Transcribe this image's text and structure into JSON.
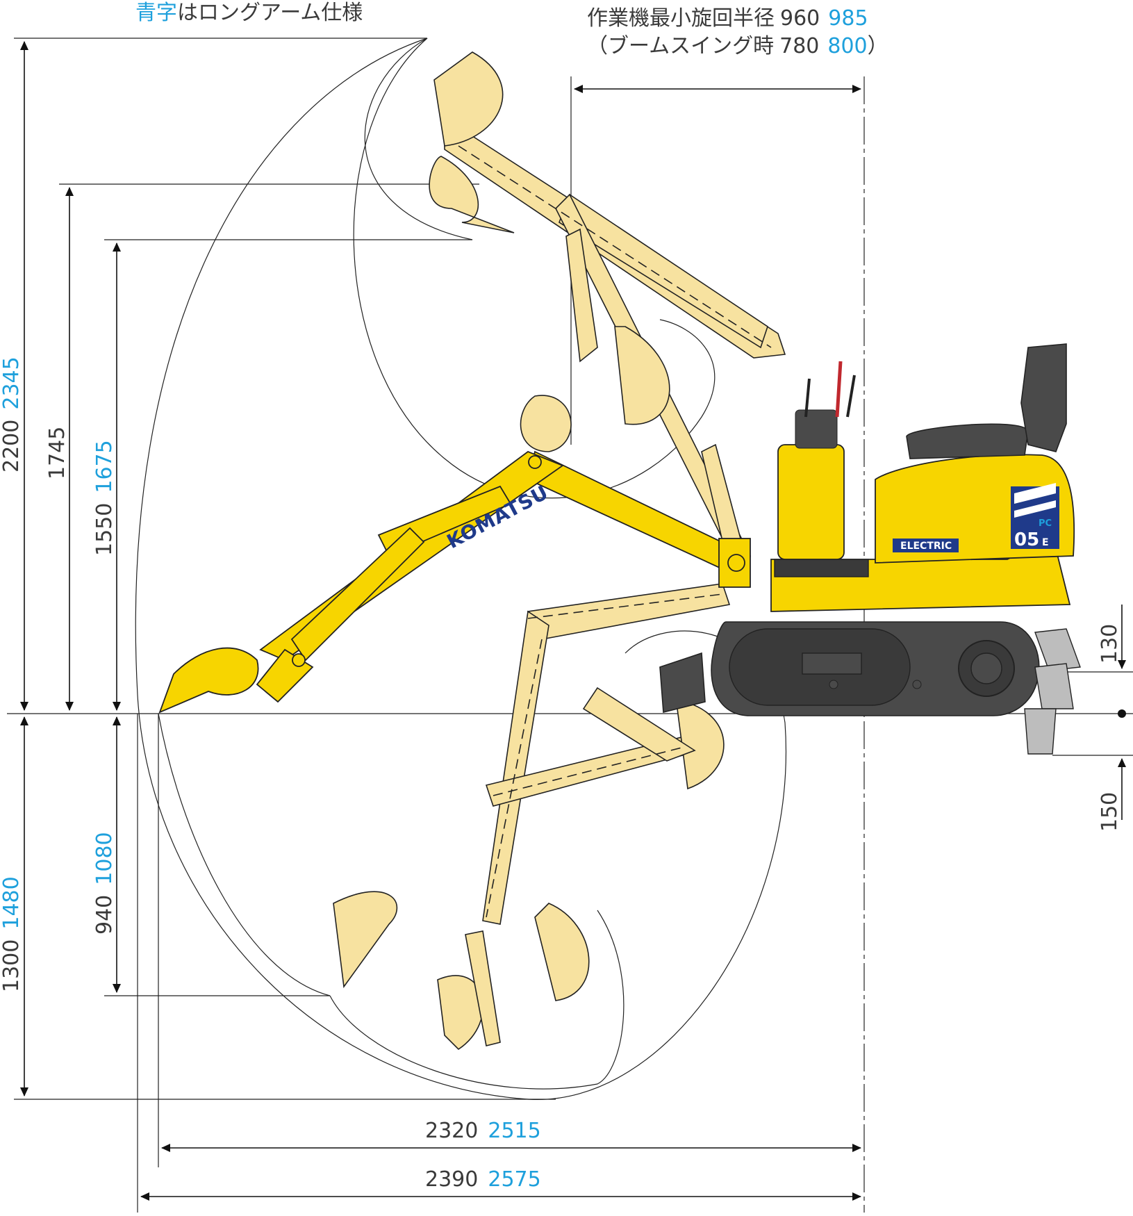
{
  "header": {
    "note_blue": "青字",
    "note_rest": "はロングアーム仕様",
    "radius_title": "作業機最小旋回半径",
    "radius_std": "960",
    "radius_long": "985",
    "swing_open": "（ブームスイング時",
    "swing_std": "780",
    "swing_long": "800",
    "swing_close": "）"
  },
  "machine": {
    "brand": "KOMATSU",
    "badge": "ELECTRIC",
    "model_pc": "PC",
    "model_num": "05",
    "model_suffix": "E"
  },
  "dimensions": {
    "max_dig_height_std": "2200",
    "max_dig_height_long": "2345",
    "max_dump_height": "1745",
    "dump_height_std": "1550",
    "dump_height_long": "1675",
    "max_dig_depth_std": "1300",
    "max_dig_depth_long": "1480",
    "vertical_wall_std": "940",
    "vertical_wall_long": "1080",
    "blade_lift": "130",
    "blade_drop": "150",
    "reach_ground_std": "2320",
    "reach_ground_long": "2515",
    "max_reach_std": "2390",
    "max_reach_long": "2575"
  },
  "colors": {
    "body_yellow": "#f7d500",
    "ghost_yellow": "#f7e2a0",
    "track_gray": "#4a4a4a",
    "logo_navy": "#1f3a8a",
    "long_arm_blue": "#1ea0dc"
  }
}
